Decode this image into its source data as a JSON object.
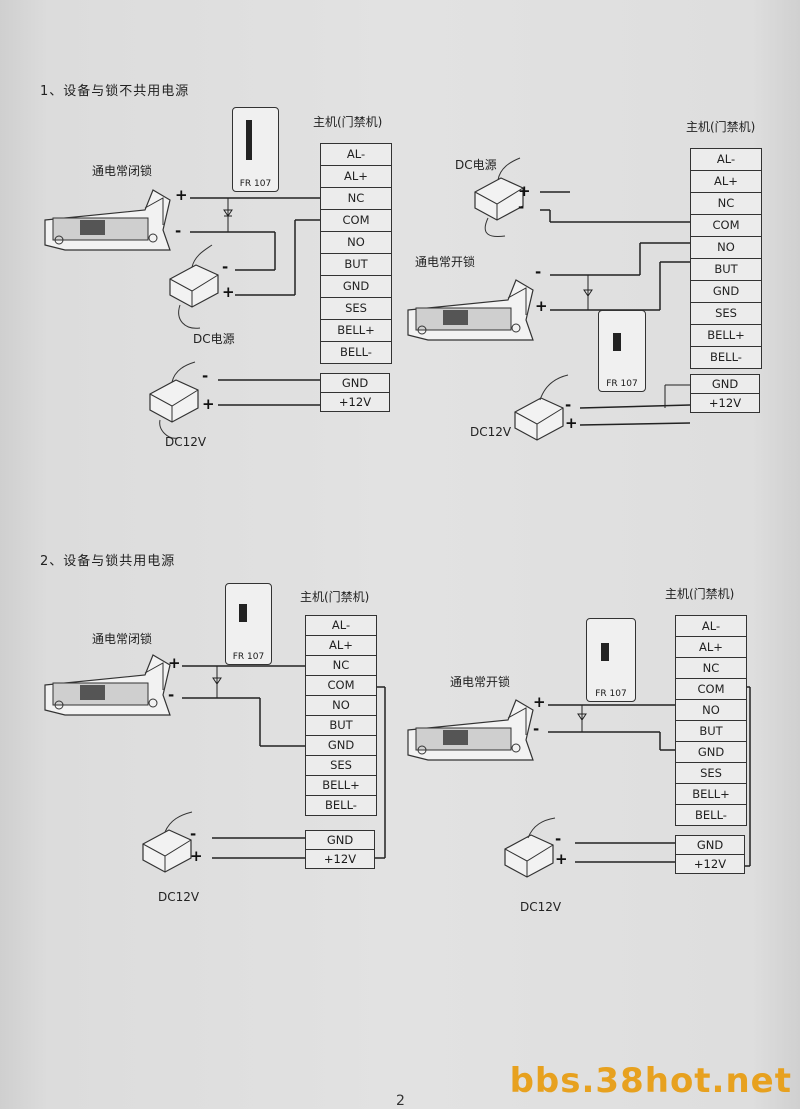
{
  "section1": {
    "title": "1、设备与锁不共用电源"
  },
  "section2": {
    "title": "2、设备与锁共用电源"
  },
  "host_label": "主机(门禁机)",
  "lock_closed": "通电常闭锁",
  "lock_open": "通电常开锁",
  "dc_power": "DC电源",
  "dc12v": "DC12V",
  "diode_model": "FR 107",
  "plus": "+",
  "minus": "-",
  "terminals": [
    "AL-",
    "AL+",
    "NC",
    "COM",
    "NO",
    "BUT",
    "GND",
    "SES",
    "BELL+",
    "BELL-"
  ],
  "power_terminals": [
    "GND",
    "+12V"
  ],
  "watermark": "bbs.38hot.net",
  "page_number": "2"
}
